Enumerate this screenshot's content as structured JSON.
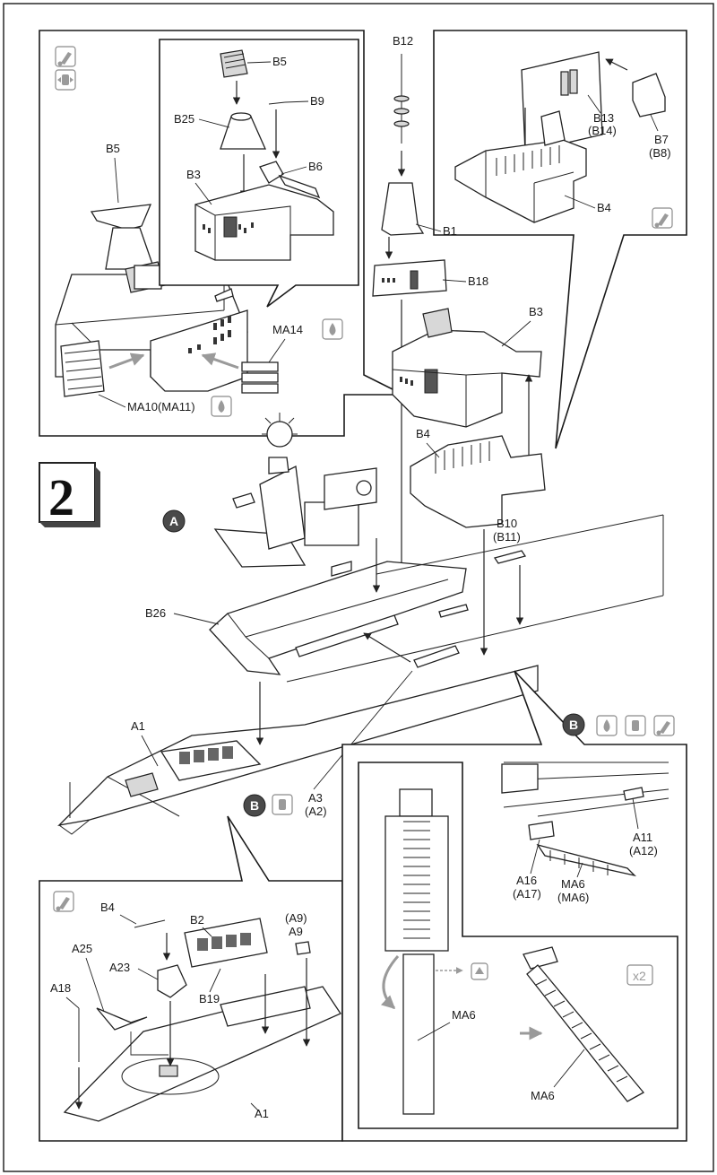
{
  "step": {
    "number": "2"
  },
  "markers": {
    "a": "A",
    "b": "B",
    "x2": "x2"
  },
  "parts": {
    "B12": "B12",
    "B13": "B13",
    "B14": "(B14)",
    "B7": "B7",
    "B8": "(B8)",
    "B4": "B4",
    "B1": "B1",
    "B18": "B18",
    "B3": "B3",
    "B5": "B5",
    "B9": "B9",
    "B25": "B25",
    "B6": "B6",
    "MA14": "MA14",
    "MA10_MA11": "MA10(MA11)",
    "B10": "B10",
    "B11": "(B11)",
    "B26": "B26",
    "A1": "A1",
    "A3": "A3",
    "A2": "(A2)",
    "A11": "A11",
    "A12": "(A12)",
    "A16": "A16",
    "A17": "(A17)",
    "MA6": "MA6",
    "MA6_alt": "(MA6)",
    "B2": "B2",
    "A9": "A9",
    "A9_alt": "(A9)",
    "A23": "A23",
    "A25": "A25",
    "A18": "A18",
    "B19": "B19"
  },
  "icons": {
    "paint": "paint-brush-icon",
    "glue": "glue-drop-icon",
    "decal": "decal-transfer-icon",
    "flip": "flip-view-icon"
  },
  "colors": {
    "ink": "#1a1a1a",
    "panel": "#ffffff",
    "grey_icon": "#9a9a9a",
    "marker_fill": "#4a4a4a"
  }
}
